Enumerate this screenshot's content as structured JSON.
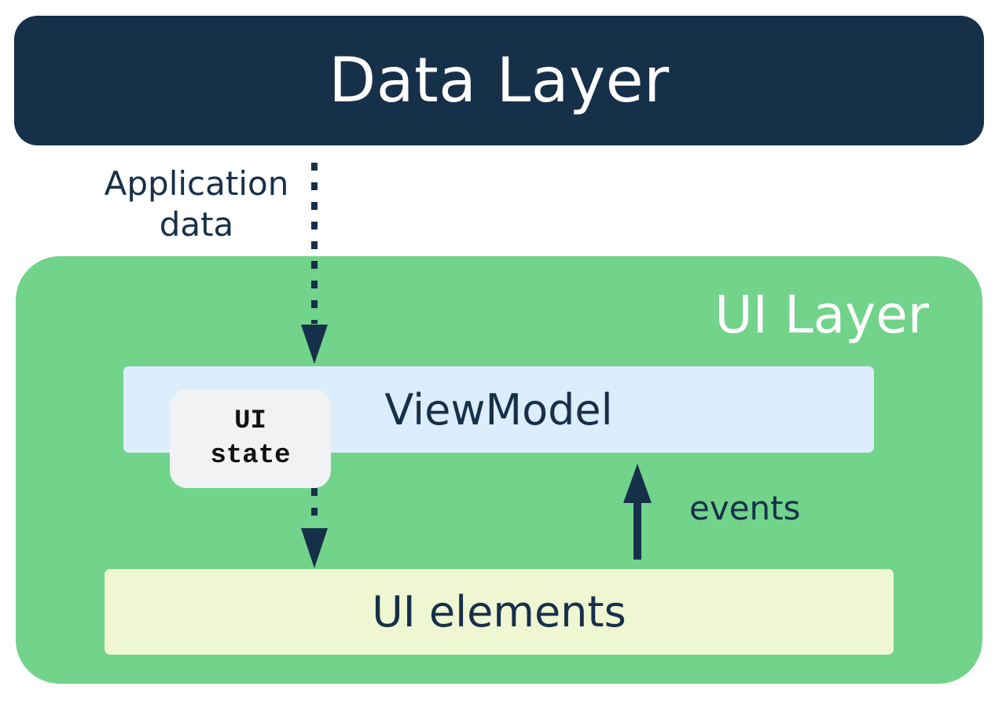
{
  "diagram": {
    "data_layer": {
      "title": "Data Layer"
    },
    "application_data_label": {
      "line1": "Application",
      "line2": "data"
    },
    "ui_layer": {
      "title": "UI Layer",
      "viewmodel": {
        "label": "ViewModel"
      },
      "ui_state": {
        "line1": "UI",
        "line2": "state"
      },
      "ui_elements": {
        "label": "UI elements"
      },
      "events_label": "events"
    },
    "colors": {
      "data_layer_bg": "#17304a",
      "ui_layer_bg": "#72d38b",
      "viewmodel_bg": "#dcedfb",
      "ui_state_bg": "#f0f2f4",
      "ui_elements_bg": "#eff7d2",
      "arrow": "#17304a"
    },
    "connectors": [
      {
        "from": "Data Layer",
        "to": "ViewModel",
        "style": "dotted"
      },
      {
        "from": "UI state",
        "to": "UI elements",
        "style": "dotted"
      },
      {
        "from": "UI elements",
        "to": "ViewModel",
        "style": "solid",
        "label": "events"
      }
    ]
  }
}
